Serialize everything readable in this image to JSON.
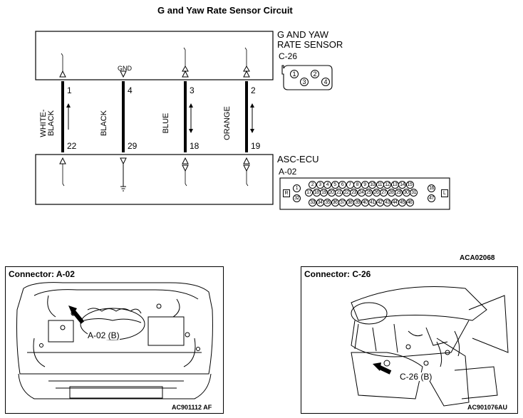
{
  "title": "G and Yaw Rate Sensor Circuit",
  "sensor": {
    "name_line1": "G AND YAW",
    "name_line2": "RATE SENSOR",
    "connector": "C-26",
    "pins": [
      "1",
      "2",
      "3",
      "4"
    ]
  },
  "ecu": {
    "name": "ASC-ECU",
    "connector": "A-02",
    "row1": [
      "2",
      "3",
      "4",
      "5",
      "6",
      "7",
      "8",
      "9",
      "10",
      "11",
      "12",
      "13",
      "14",
      "15"
    ],
    "row2": [
      "17",
      "18",
      "19",
      "20",
      "21",
      "22",
      "23",
      "24",
      "25",
      "26",
      "27",
      "28",
      "29",
      "30",
      "31"
    ],
    "row3": [
      "33",
      "34",
      "35",
      "36",
      "37",
      "38",
      "39",
      "40",
      "41",
      "42",
      "43",
      "44",
      "45",
      "46"
    ],
    "left_pins": [
      "1",
      "32"
    ],
    "right_pins": [
      "16",
      "47"
    ],
    "left_mark": "R",
    "right_mark": "L"
  },
  "gnd_label": "GND",
  "wires": [
    {
      "color": "WHITE-\nBLACK",
      "sensor_pin": "1",
      "ecu_pin": "22",
      "arrow": "up"
    },
    {
      "color": "BLACK",
      "sensor_pin": "4",
      "ecu_pin": "29",
      "arrow": "none"
    },
    {
      "color": "BLUE",
      "sensor_pin": "3",
      "ecu_pin": "18",
      "arrow": "both"
    },
    {
      "color": "ORANGE",
      "sensor_pin": "2",
      "ecu_pin": "19",
      "arrow": "both"
    }
  ],
  "figure_code": "ACA02068",
  "panel_a": {
    "title": "Connector: A-02",
    "callout": "A-02 (B)",
    "code": "AC901112 AF"
  },
  "panel_c": {
    "title": "Connector: C-26",
    "callout": "C-26 (B)",
    "code": "AC901076AU"
  }
}
